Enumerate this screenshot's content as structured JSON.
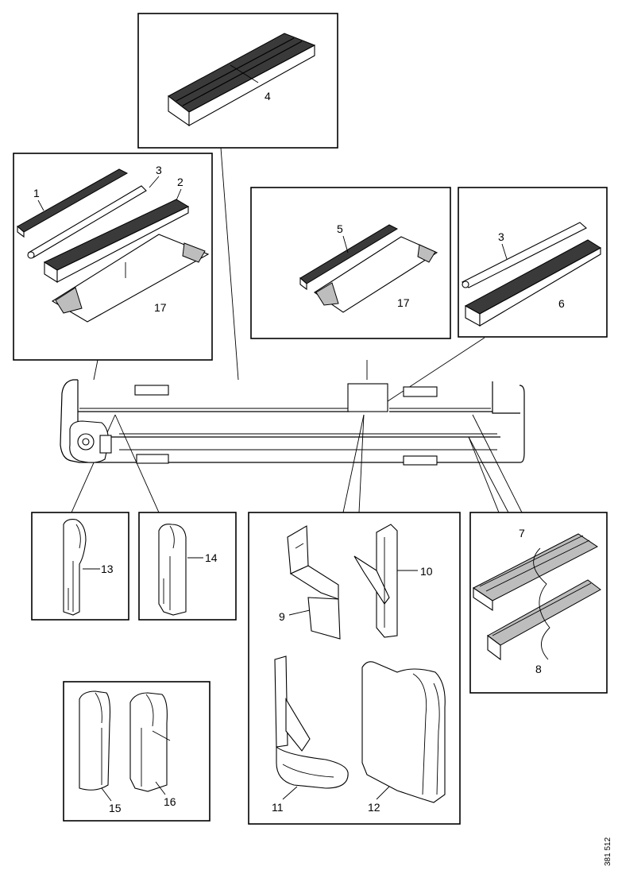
{
  "callouts": {
    "c1": "1",
    "c2": "2",
    "c3a": "3",
    "c3b": "3",
    "c4": "4",
    "c5": "5",
    "c6": "6",
    "c7": "7",
    "c8": "8",
    "c9": "9",
    "c10": "10",
    "c11": "11",
    "c12": "12",
    "c13": "13",
    "c14": "14",
    "c15": "15",
    "c16": "16",
    "c17a": "17",
    "c17b": "17"
  },
  "reference_number": "381 512",
  "colors": {
    "line": "#000000",
    "background": "#ffffff",
    "shade": "#3a3a3a"
  }
}
